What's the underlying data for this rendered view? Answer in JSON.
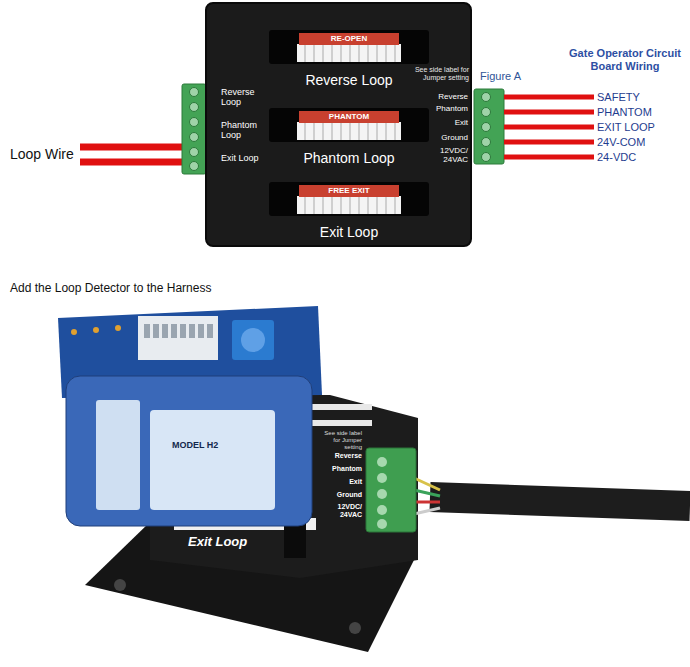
{
  "diagram": {
    "title": "Gate Operator Circuit Board Wiring",
    "caption": "Add the Loop Detector to the Harness",
    "nodes": [
      {
        "text": [
          "See side label for Jumper setting"
        ]
      },
      {
        "text": [
          "RE-OPEN",
          "Reverse Loop"
        ],
        "in": 0
      },
      {
        "text": [
          "PHANTOM",
          "Phantom Loop"
        ],
        "in": 0
      },
      {
        "text": [
          "FREE EXIT",
          "Exit Loop"
        ],
        "in": 0
      }
    ],
    "labels": [
      "Loop Wire",
      "Reverse Loop",
      "Phantom Loop",
      "Exit Loop",
      "Reverse",
      "Phantom",
      "Exit",
      "Ground",
      "12VDC/ 24VAC",
      "Figure A",
      "SAFETY",
      "PHANTOM",
      "EXIT LOOP",
      "24V-COM",
      "24-VDC",
      "MODEL H2",
      "See side label for Jumper setting",
      "Reverse",
      "Phantom",
      "Exit",
      "Ground",
      "12VDC/ 24VAC",
      "Exit Loop"
    ]
  }
}
